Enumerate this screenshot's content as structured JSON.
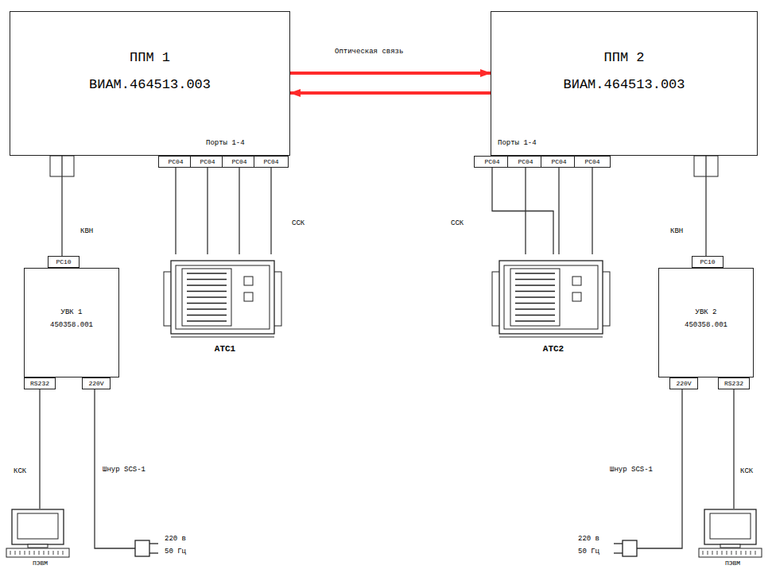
{
  "diagram": {
    "nodes": [
      {
        "text": [
          "ППМ 1",
          "ВИАМ.464513.003",
          "Порты 1-4"
        ]
      },
      {
        "text": [
          "ППМ 2",
          "ВИАМ.464513.003",
          "Порты 1-4"
        ]
      },
      {
        "text": [
          "РС04"
        ]
      },
      {
        "text": [
          "РС04"
        ]
      },
      {
        "text": [
          "РС04"
        ]
      },
      {
        "text": [
          "РС04"
        ]
      },
      {
        "text": [
          "РС04"
        ]
      },
      {
        "text": [
          "РС04"
        ]
      },
      {
        "text": [
          "РС04"
        ]
      },
      {
        "text": [
          "РС04"
        ]
      },
      {
        "text": [
          "АТС1"
        ]
      },
      {
        "text": [
          "АТС2"
        ]
      },
      {
        "text": [
          "РС10"
        ]
      },
      {
        "text": [
          "УВК 1",
          "450358.001"
        ]
      },
      {
        "text": [
          "RS232"
        ]
      },
      {
        "text": [
          "220V"
        ]
      },
      {
        "text": [
          "ПЭВМ"
        ]
      },
      {
        "text": [
          "РС10"
        ]
      },
      {
        "text": [
          "УВК 2",
          "450358.001"
        ]
      },
      {
        "text": [
          "220V"
        ]
      },
      {
        "text": [
          "RS232"
        ]
      },
      {
        "text": [
          "ПЭВМ"
        ]
      }
    ],
    "edges": [
      {
        "from": 0,
        "to": 1,
        "arrow": "to",
        "label": "Оптическая связь"
      },
      {
        "from": 1,
        "to": 0,
        "arrow": "to"
      },
      {
        "from": 2,
        "to": 10,
        "arrow": "none"
      },
      {
        "from": 3,
        "to": 10,
        "arrow": "none"
      },
      {
        "from": 4,
        "to": 10,
        "arrow": "none"
      },
      {
        "from": 5,
        "to": 10,
        "arrow": "none",
        "label": "ССК"
      },
      {
        "from": 6,
        "to": 11,
        "arrow": "none",
        "label": "ССК"
      },
      {
        "from": 7,
        "to": 11,
        "arrow": "none"
      },
      {
        "from": 8,
        "to": 11,
        "arrow": "none"
      },
      {
        "from": 9,
        "to": 11,
        "arrow": "none"
      },
      {
        "from": 0,
        "to": 12,
        "arrow": "none",
        "label": "КВН"
      },
      {
        "from": 14,
        "to": 16,
        "arrow": "none",
        "label": "КСК"
      },
      {
        "from": 1,
        "to": 17,
        "arrow": "none",
        "label": "КВН"
      },
      {
        "from": 20,
        "to": 21,
        "arrow": "none",
        "label": "КСК"
      }
    ],
    "labels": [
      "Шнур SCS-1",
      "220 в",
      "50 Гц",
      "Шнур SCS-1",
      "220 в",
      "50 Гц"
    ]
  }
}
